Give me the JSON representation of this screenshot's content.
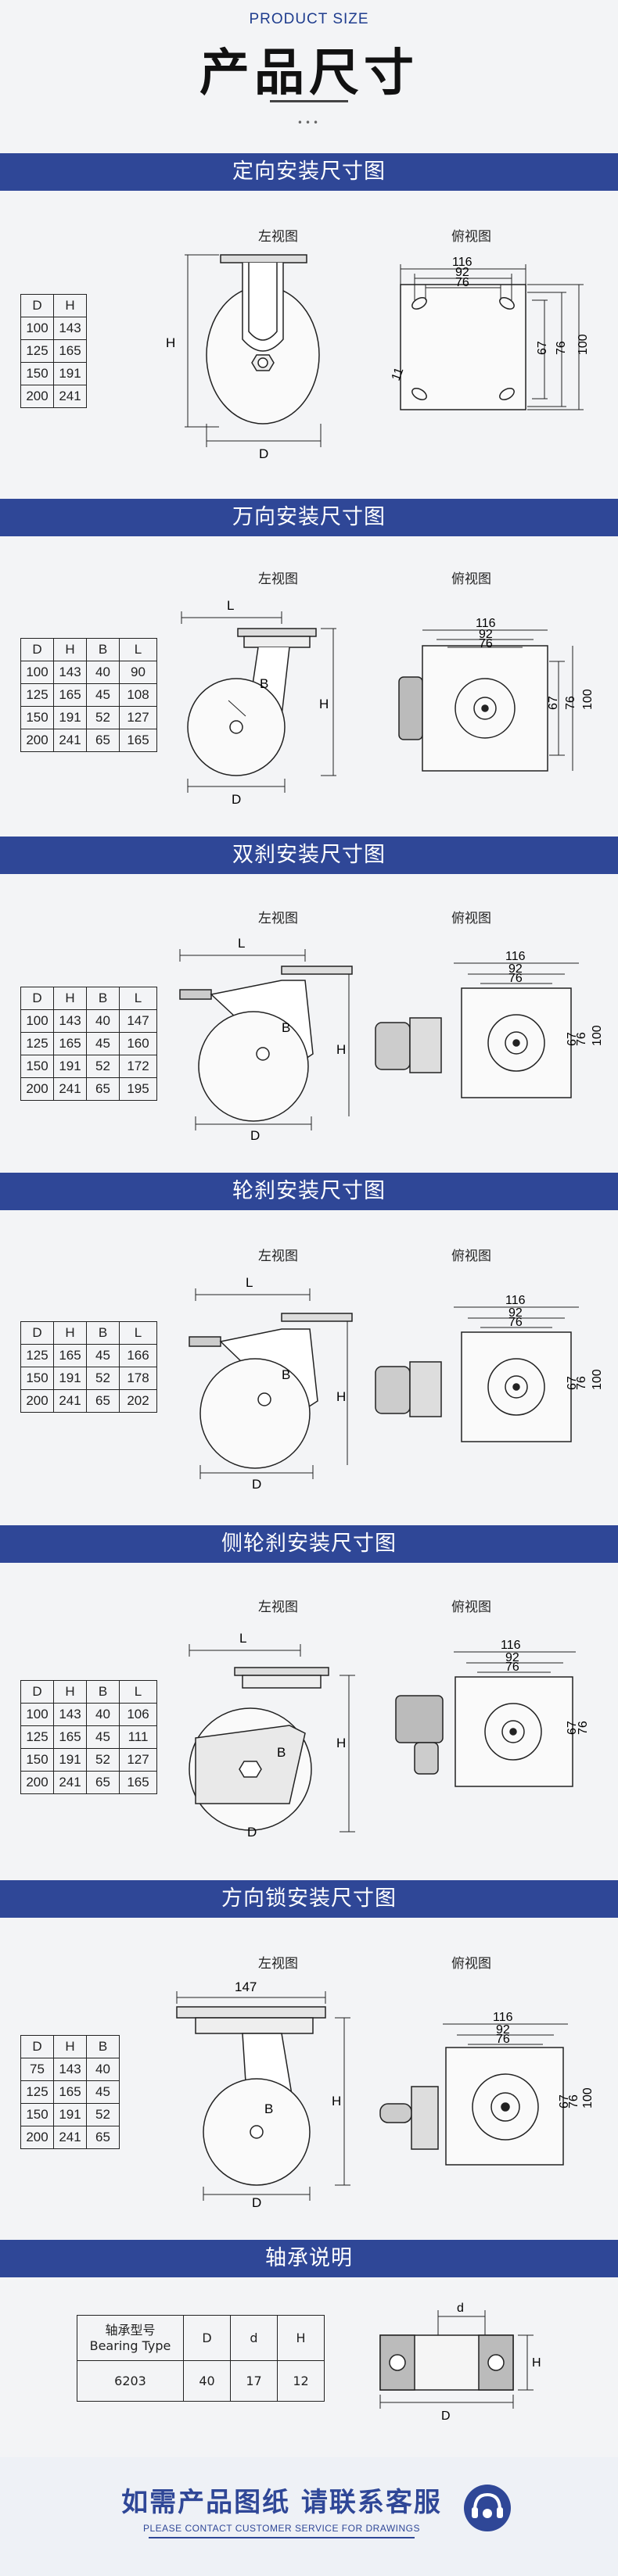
{
  "header": {
    "subtitle": "PRODUCT SIZE",
    "title": "产品尺寸",
    "dots": "•••"
  },
  "common": {
    "left_view": "左视图",
    "top_view": "俯视图",
    "dims": {
      "w116": "116",
      "w92": "92",
      "w76": "76",
      "h67": "67",
      "h76": "76",
      "h100": "100",
      "hole": "11"
    },
    "letters": {
      "D": "D",
      "H": "H",
      "B": "B",
      "L": "L"
    }
  },
  "sections": [
    {
      "title": "定向安装尺寸图",
      "headers": [
        "D",
        "H"
      ],
      "rows": [
        [
          "100",
          "143"
        ],
        [
          "125",
          "165"
        ],
        [
          "150",
          "191"
        ],
        [
          "200",
          "241"
        ]
      ]
    },
    {
      "title": "万向安装尺寸图",
      "headers": [
        "D",
        "H",
        "B",
        "L"
      ],
      "rows": [
        [
          "100",
          "143",
          "40",
          "90"
        ],
        [
          "125",
          "165",
          "45",
          "108"
        ],
        [
          "150",
          "191",
          "52",
          "127"
        ],
        [
          "200",
          "241",
          "65",
          "165"
        ]
      ]
    },
    {
      "title": "双刹安装尺寸图",
      "headers": [
        "D",
        "H",
        "B",
        "L"
      ],
      "rows": [
        [
          "100",
          "143",
          "40",
          "147"
        ],
        [
          "125",
          "165",
          "45",
          "160"
        ],
        [
          "150",
          "191",
          "52",
          "172"
        ],
        [
          "200",
          "241",
          "65",
          "195"
        ]
      ]
    },
    {
      "title": "轮刹安装尺寸图",
      "headers": [
        "D",
        "H",
        "B",
        "L"
      ],
      "rows": [
        [
          "125",
          "165",
          "45",
          "166"
        ],
        [
          "150",
          "191",
          "52",
          "178"
        ],
        [
          "200",
          "241",
          "65",
          "202"
        ]
      ]
    },
    {
      "title": "侧轮刹安装尺寸图",
      "headers": [
        "D",
        "H",
        "B",
        "L"
      ],
      "rows": [
        [
          "100",
          "143",
          "40",
          "106"
        ],
        [
          "125",
          "165",
          "45",
          "111"
        ],
        [
          "150",
          "191",
          "52",
          "127"
        ],
        [
          "200",
          "241",
          "65",
          "165"
        ]
      ]
    },
    {
      "title": "方向锁安装尺寸图",
      "headers": [
        "D",
        "H",
        "B"
      ],
      "rows": [
        [
          "75",
          "143",
          "40"
        ],
        [
          "125",
          "165",
          "45"
        ],
        [
          "150",
          "191",
          "52"
        ],
        [
          "200",
          "241",
          "65"
        ]
      ],
      "width_label": "147"
    }
  ],
  "bearing": {
    "title": "轴承说明",
    "header_cn": "轴承型号",
    "header_en": "Bearing Type",
    "col_D": "D",
    "col_d": "d",
    "col_H": "H",
    "type": "6203",
    "D": "40",
    "d": "17",
    "H": "12"
  },
  "footer": {
    "title": "如需产品图纸 请联系客服",
    "subtitle": "PLEASE CONTACT CUSTOMER SERVICE FOR DRAWINGS"
  }
}
